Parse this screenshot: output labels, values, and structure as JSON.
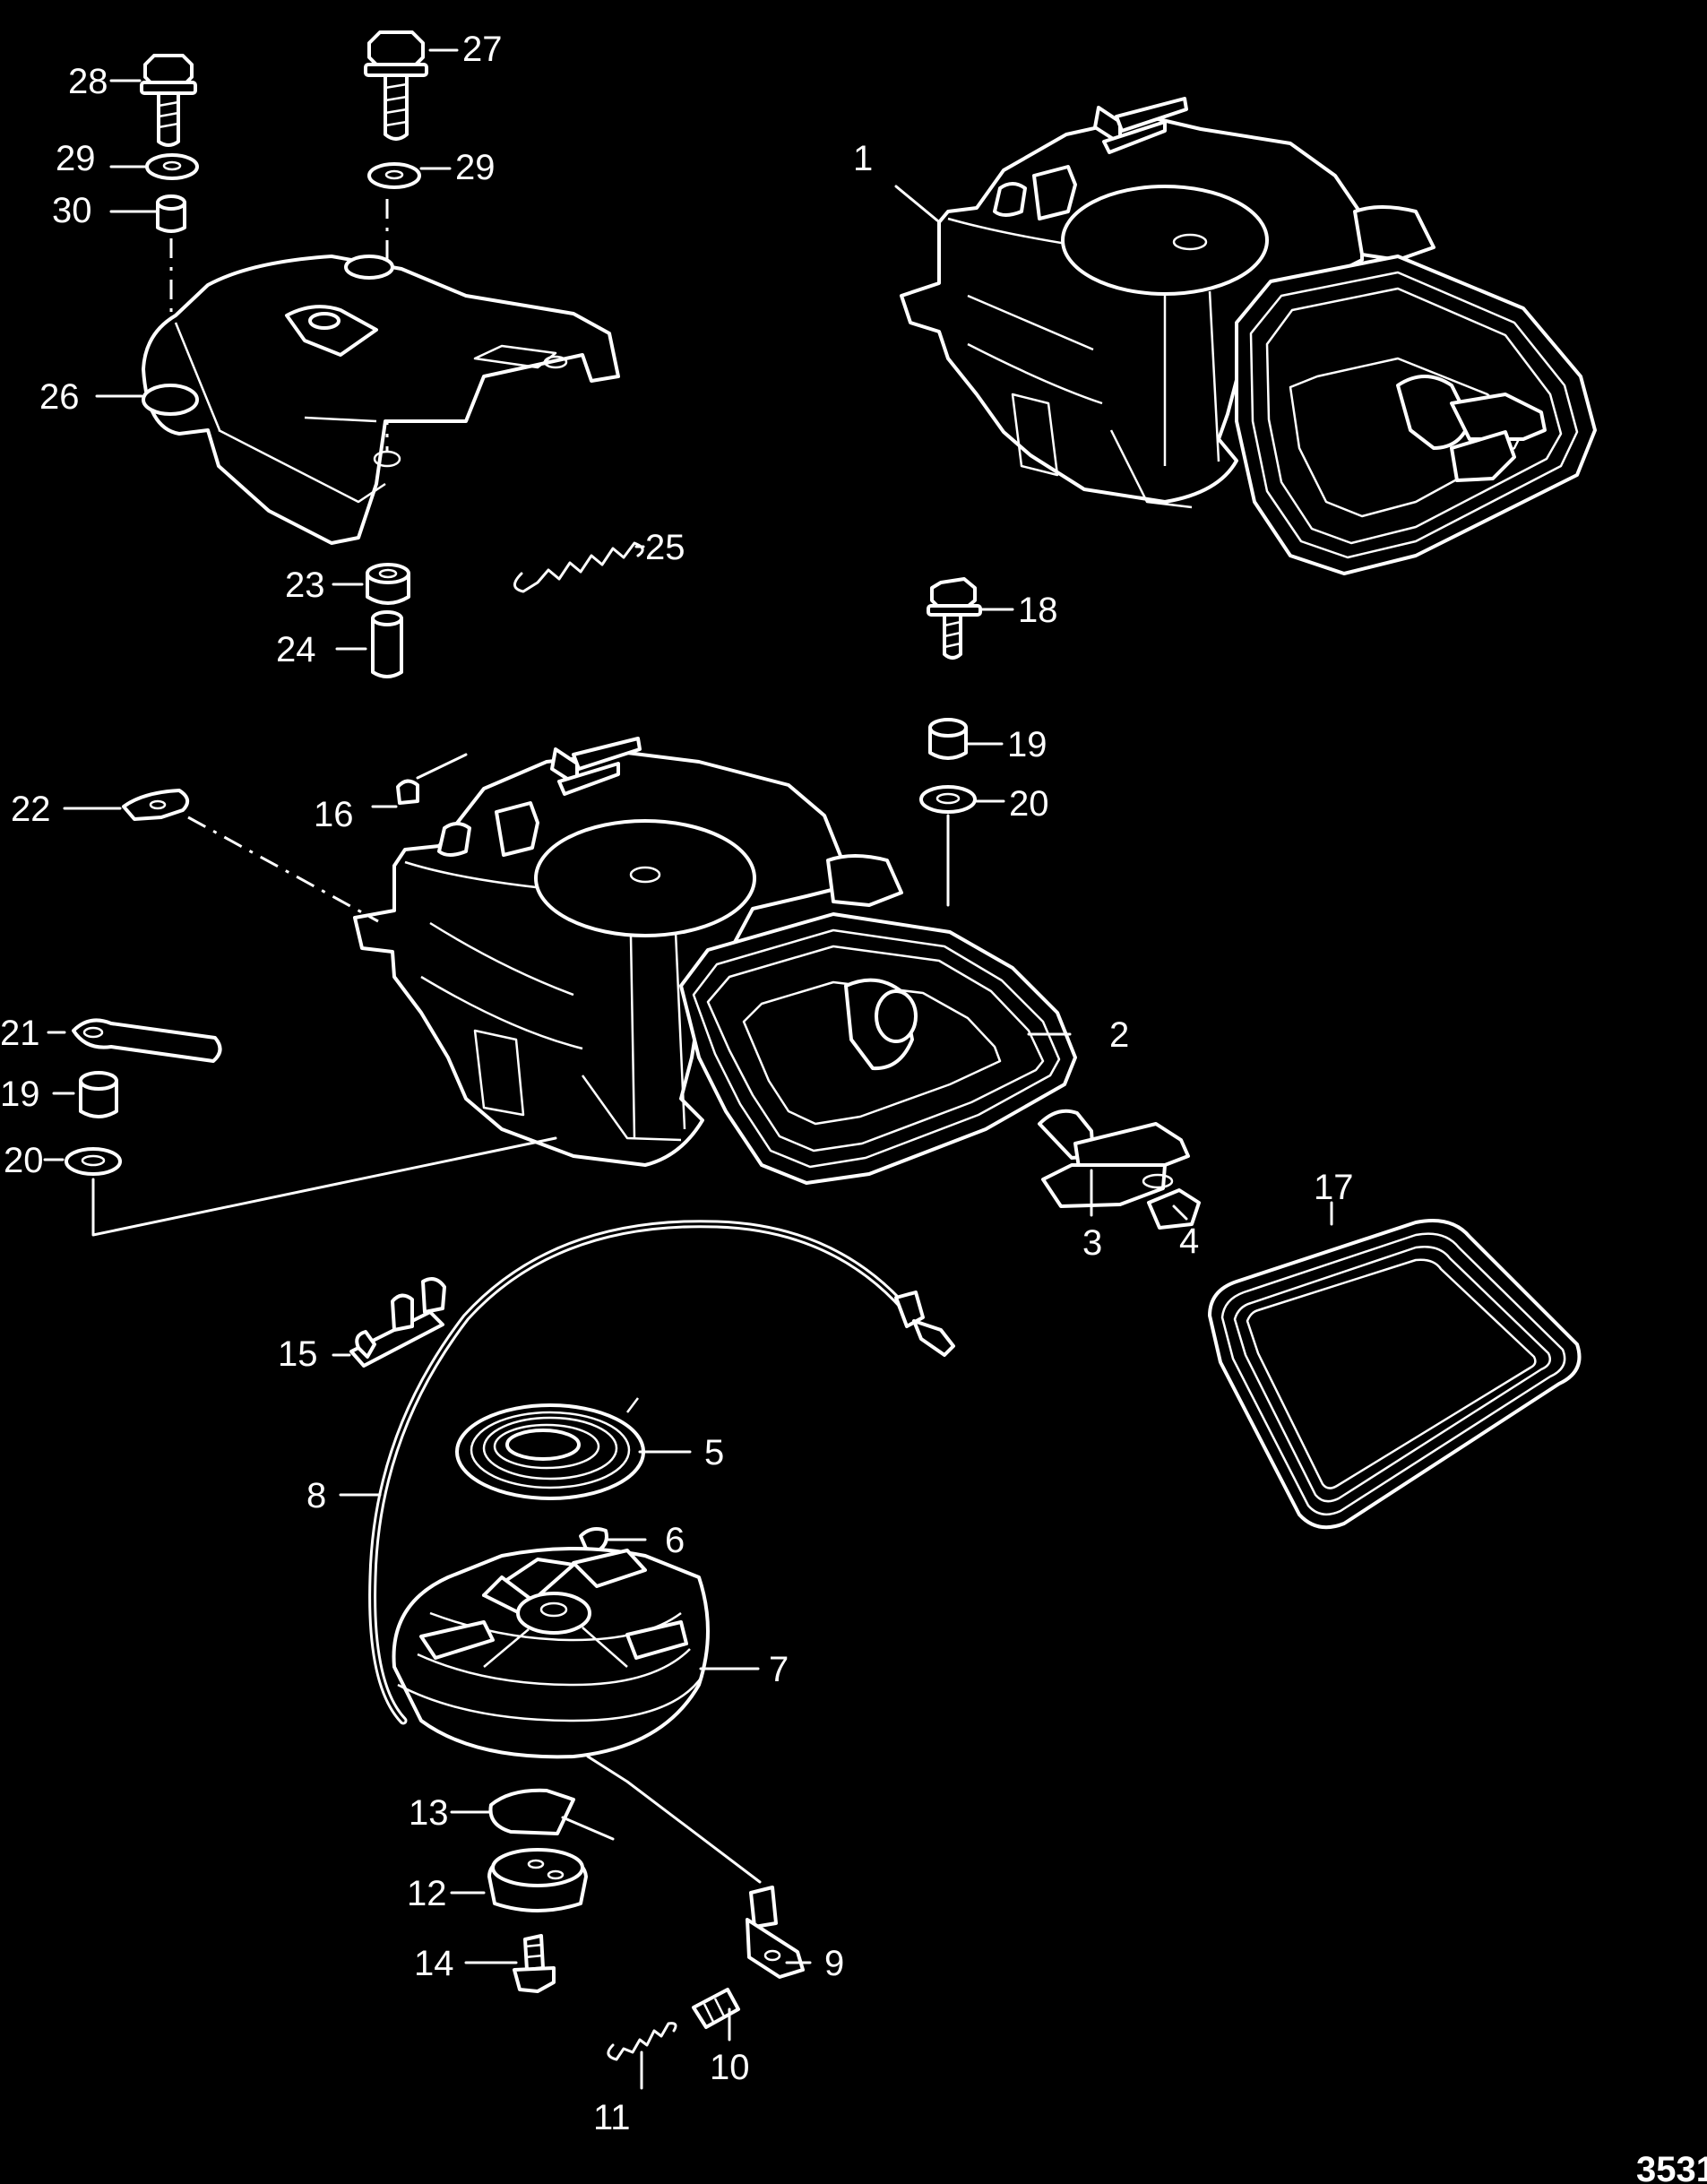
{
  "figure_id": "3531",
  "callouts": [
    {
      "id": "c1",
      "label": "1"
    },
    {
      "id": "c2",
      "label": "2"
    },
    {
      "id": "c3",
      "label": "3"
    },
    {
      "id": "c4",
      "label": "4"
    },
    {
      "id": "c5",
      "label": "5"
    },
    {
      "id": "c6",
      "label": "6"
    },
    {
      "id": "c7",
      "label": "7"
    },
    {
      "id": "c8",
      "label": "8"
    },
    {
      "id": "c9",
      "label": "9"
    },
    {
      "id": "c10",
      "label": "10"
    },
    {
      "id": "c11",
      "label": "11"
    },
    {
      "id": "c12",
      "label": "12"
    },
    {
      "id": "c13",
      "label": "13"
    },
    {
      "id": "c14",
      "label": "14"
    },
    {
      "id": "c15",
      "label": "15"
    },
    {
      "id": "c16",
      "label": "16"
    },
    {
      "id": "c17",
      "label": "17"
    },
    {
      "id": "c18",
      "label": "18"
    },
    {
      "id": "c19a",
      "label": "19"
    },
    {
      "id": "c19b",
      "label": "19"
    },
    {
      "id": "c20a",
      "label": "20"
    },
    {
      "id": "c20b",
      "label": "20"
    },
    {
      "id": "c21",
      "label": "21"
    },
    {
      "id": "c22",
      "label": "22"
    },
    {
      "id": "c23",
      "label": "23"
    },
    {
      "id": "c24",
      "label": "24"
    },
    {
      "id": "c25",
      "label": "25"
    },
    {
      "id": "c26",
      "label": "26"
    },
    {
      "id": "c27",
      "label": "27"
    },
    {
      "id": "c28",
      "label": "28"
    },
    {
      "id": "c29a",
      "label": "29"
    },
    {
      "id": "c29b",
      "label": "29"
    },
    {
      "id": "c30",
      "label": "30"
    }
  ]
}
